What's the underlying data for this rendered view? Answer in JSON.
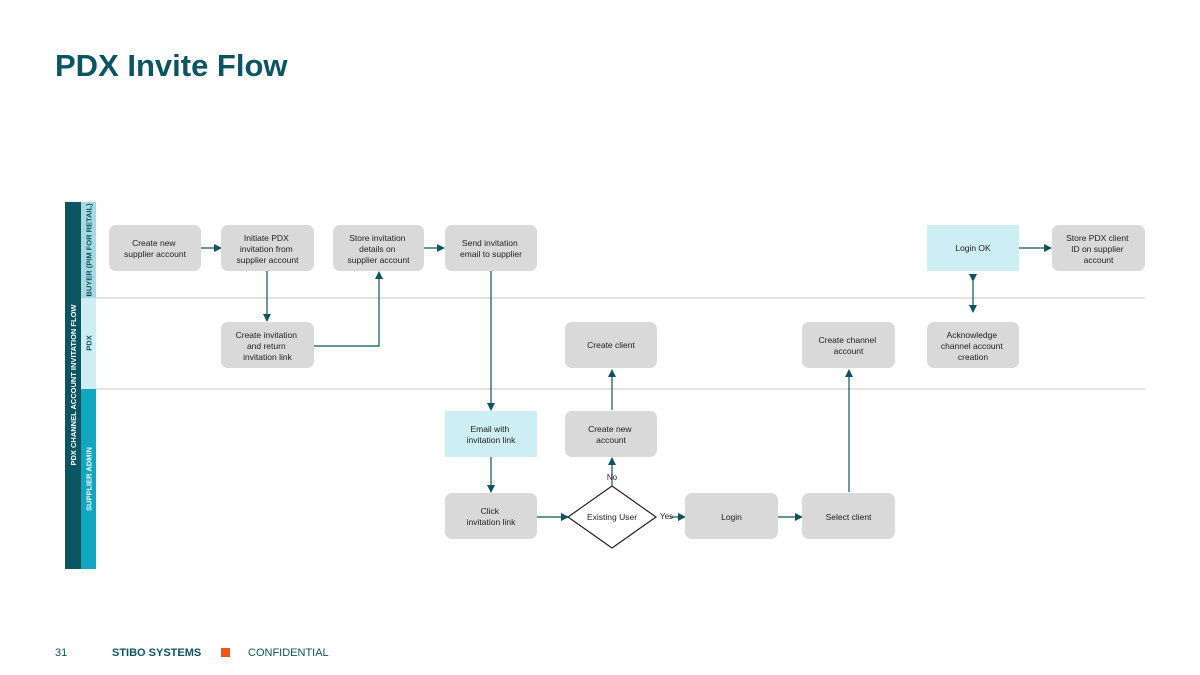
{
  "title": "PDX Invite Flow",
  "colors": {
    "title": "#0b5563",
    "node_fill": "#d9d9d9",
    "highlight_fill": "#cdeef2",
    "arrow": "#0b5563",
    "lane_outer": "#0b5563",
    "lane_buyer": "#a8d8e0",
    "lane_pdx": "#cdeef2",
    "lane_supplier": "#12a6bf",
    "footer_square": "#f0521e"
  },
  "diagram": {
    "outer_label": "PDX CHANNEL ACCOUNT INVITATION FLOW",
    "lanes": {
      "buyer": "BUYER (PIM FOR RETAIL)",
      "pdx": "PDX",
      "supplier": "SUPPLIER ADMIN"
    },
    "nodes": {
      "create_supplier": [
        "Create new",
        "supplier account"
      ],
      "initiate_pdx": [
        "Initiate PDX",
        "invitation from",
        "supplier account"
      ],
      "store_invitation": [
        "Store invitation",
        "details on",
        "supplier account"
      ],
      "send_invitation": [
        "Send invitation",
        "email to supplier"
      ],
      "login_ok": [
        "Login OK"
      ],
      "store_client_id": [
        "Store PDX client",
        "ID on supplier",
        "account"
      ],
      "create_invitation": [
        "Create invitation",
        "and return",
        "invitation link"
      ],
      "create_client": [
        "Create client"
      ],
      "create_channel": [
        "Create channel",
        "account"
      ],
      "acknowledge": [
        "Acknowledge",
        "channel account",
        "creation"
      ],
      "email_link": [
        "Email with",
        "invitation link"
      ],
      "create_account": [
        "Create new",
        "account"
      ],
      "click_link": [
        "Click",
        "invitation link"
      ],
      "existing_user": [
        "Existing User"
      ],
      "login": [
        "Login"
      ],
      "select_client": [
        "Select client"
      ]
    },
    "labels": {
      "no": "No",
      "yes": "Yes"
    }
  },
  "footer": {
    "page": "31",
    "company": "STIBO SYSTEMS",
    "confidential": "CONFIDENTIAL"
  }
}
